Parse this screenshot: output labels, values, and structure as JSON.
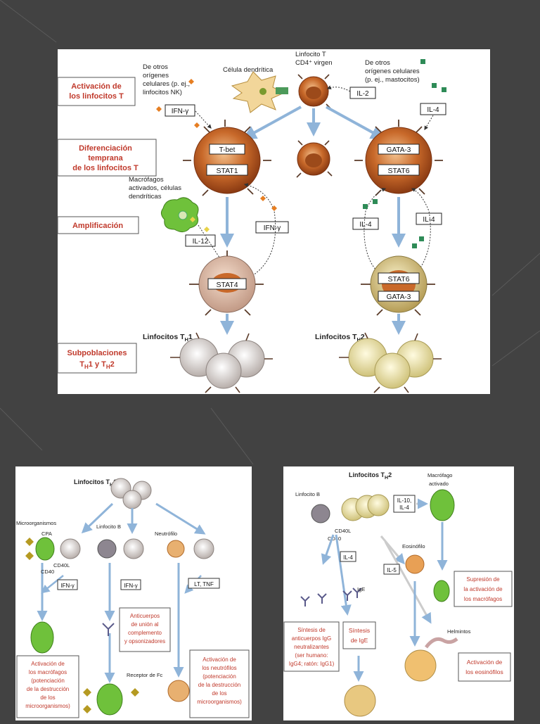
{
  "colors": {
    "background": "#424242",
    "panel": "#ffffff",
    "stage_label": "#c0392b",
    "arrow": "#8fb4d9",
    "th1_cell": "#c9c0bd",
    "th2_cell": "#e3dca0",
    "naive_cell": "#b4531c",
    "dendritic": "#f2d69a",
    "macrophage": "#6fc13b"
  },
  "top": {
    "stages": {
      "activation": [
        "Activación de",
        "los linfocitos T"
      ],
      "early": [
        "Diferenciación",
        "temprana",
        "de los linfocitos T"
      ],
      "amplification": "Amplificación",
      "subsets": [
        "Subpoblaciones",
        "T",
        "H",
        "1 y T",
        "H",
        "2"
      ]
    },
    "labels": {
      "dendritic_cell": "Célula dendrítica",
      "naive_t": [
        "Linfocito T",
        "CD4⁺ virgen"
      ],
      "nk_source": [
        "De otros",
        "orígenes",
        "celulares (p. ej.,",
        "linfocitos NK)"
      ],
      "mast_source": [
        "De otros",
        "orígenes celulares",
        "(p. ej., mastocitos)"
      ],
      "macrophages": [
        "Macrófagos",
        "activados, células",
        "dendríticas"
      ],
      "th1_cells": [
        "Linfocitos T",
        "H",
        "1"
      ],
      "th2_cells": [
        "Linfocitos T",
        "H",
        "2"
      ]
    },
    "boxes": {
      "ifn_g": "IFN-γ",
      "il2": "IL-2",
      "il4": "IL-4",
      "tbet": "T-bet",
      "stat1": "STAT1",
      "gata3": "GATA-3",
      "stat6": "STAT6",
      "il12": "IL-12",
      "stat4": "STAT4"
    }
  },
  "bottom_left": {
    "title": [
      "Linfocitos T",
      "H",
      "1"
    ],
    "microorganisms": "Microorganismos",
    "cpa": "CPA",
    "cd40": "CD40",
    "cd40l": "CD40L",
    "b_cell": "Linfocito B",
    "neutrophil": "Neutrófilo",
    "ifn_g_1": "IFN-γ",
    "ifn_g_2": "IFN-γ",
    "lt_tnf": "LT, TNF",
    "fc_receptor": "Receptor de Fc",
    "antibodies": [
      "Anticuerpos",
      "de unión al",
      "complemento",
      "y opsonizadores"
    ],
    "macrophage_activation": [
      "Activación de",
      "los macrófagos",
      "(potenciación",
      "de la destrucción",
      "de los",
      "microorganismos)"
    ],
    "neutrophil_activation": [
      "Activación de",
      "los neutrófilos",
      "(potenciación",
      "de la destrucción",
      "de los",
      "microorganismos)"
    ]
  },
  "bottom_right": {
    "title": [
      "Linfocitos T",
      "H",
      "2"
    ],
    "b_cell": "Linfocito B",
    "cd40l": "CD40L",
    "cd40": "CD40",
    "il10_il4": [
      "IL-10,",
      "IL-4"
    ],
    "macrophage": [
      "Macrófago",
      "activado"
    ],
    "il4": "IL-4",
    "il5": "IL-5",
    "eosinophil": "Eosinófilo",
    "ige_label": "IgE",
    "helminths": "Helmintos",
    "suppression": [
      "Supresión de",
      "la activación de",
      "los macrófagos"
    ],
    "igg": [
      "Síntesis de",
      "anticuerpos IgG",
      "neutralizantes",
      "(ser humano:",
      "IgG4; ratón: IgG1)"
    ],
    "ige": [
      "Síntesis",
      "de IgE"
    ],
    "eos_activation": [
      "Activación de",
      "los eosinófilos"
    ]
  }
}
